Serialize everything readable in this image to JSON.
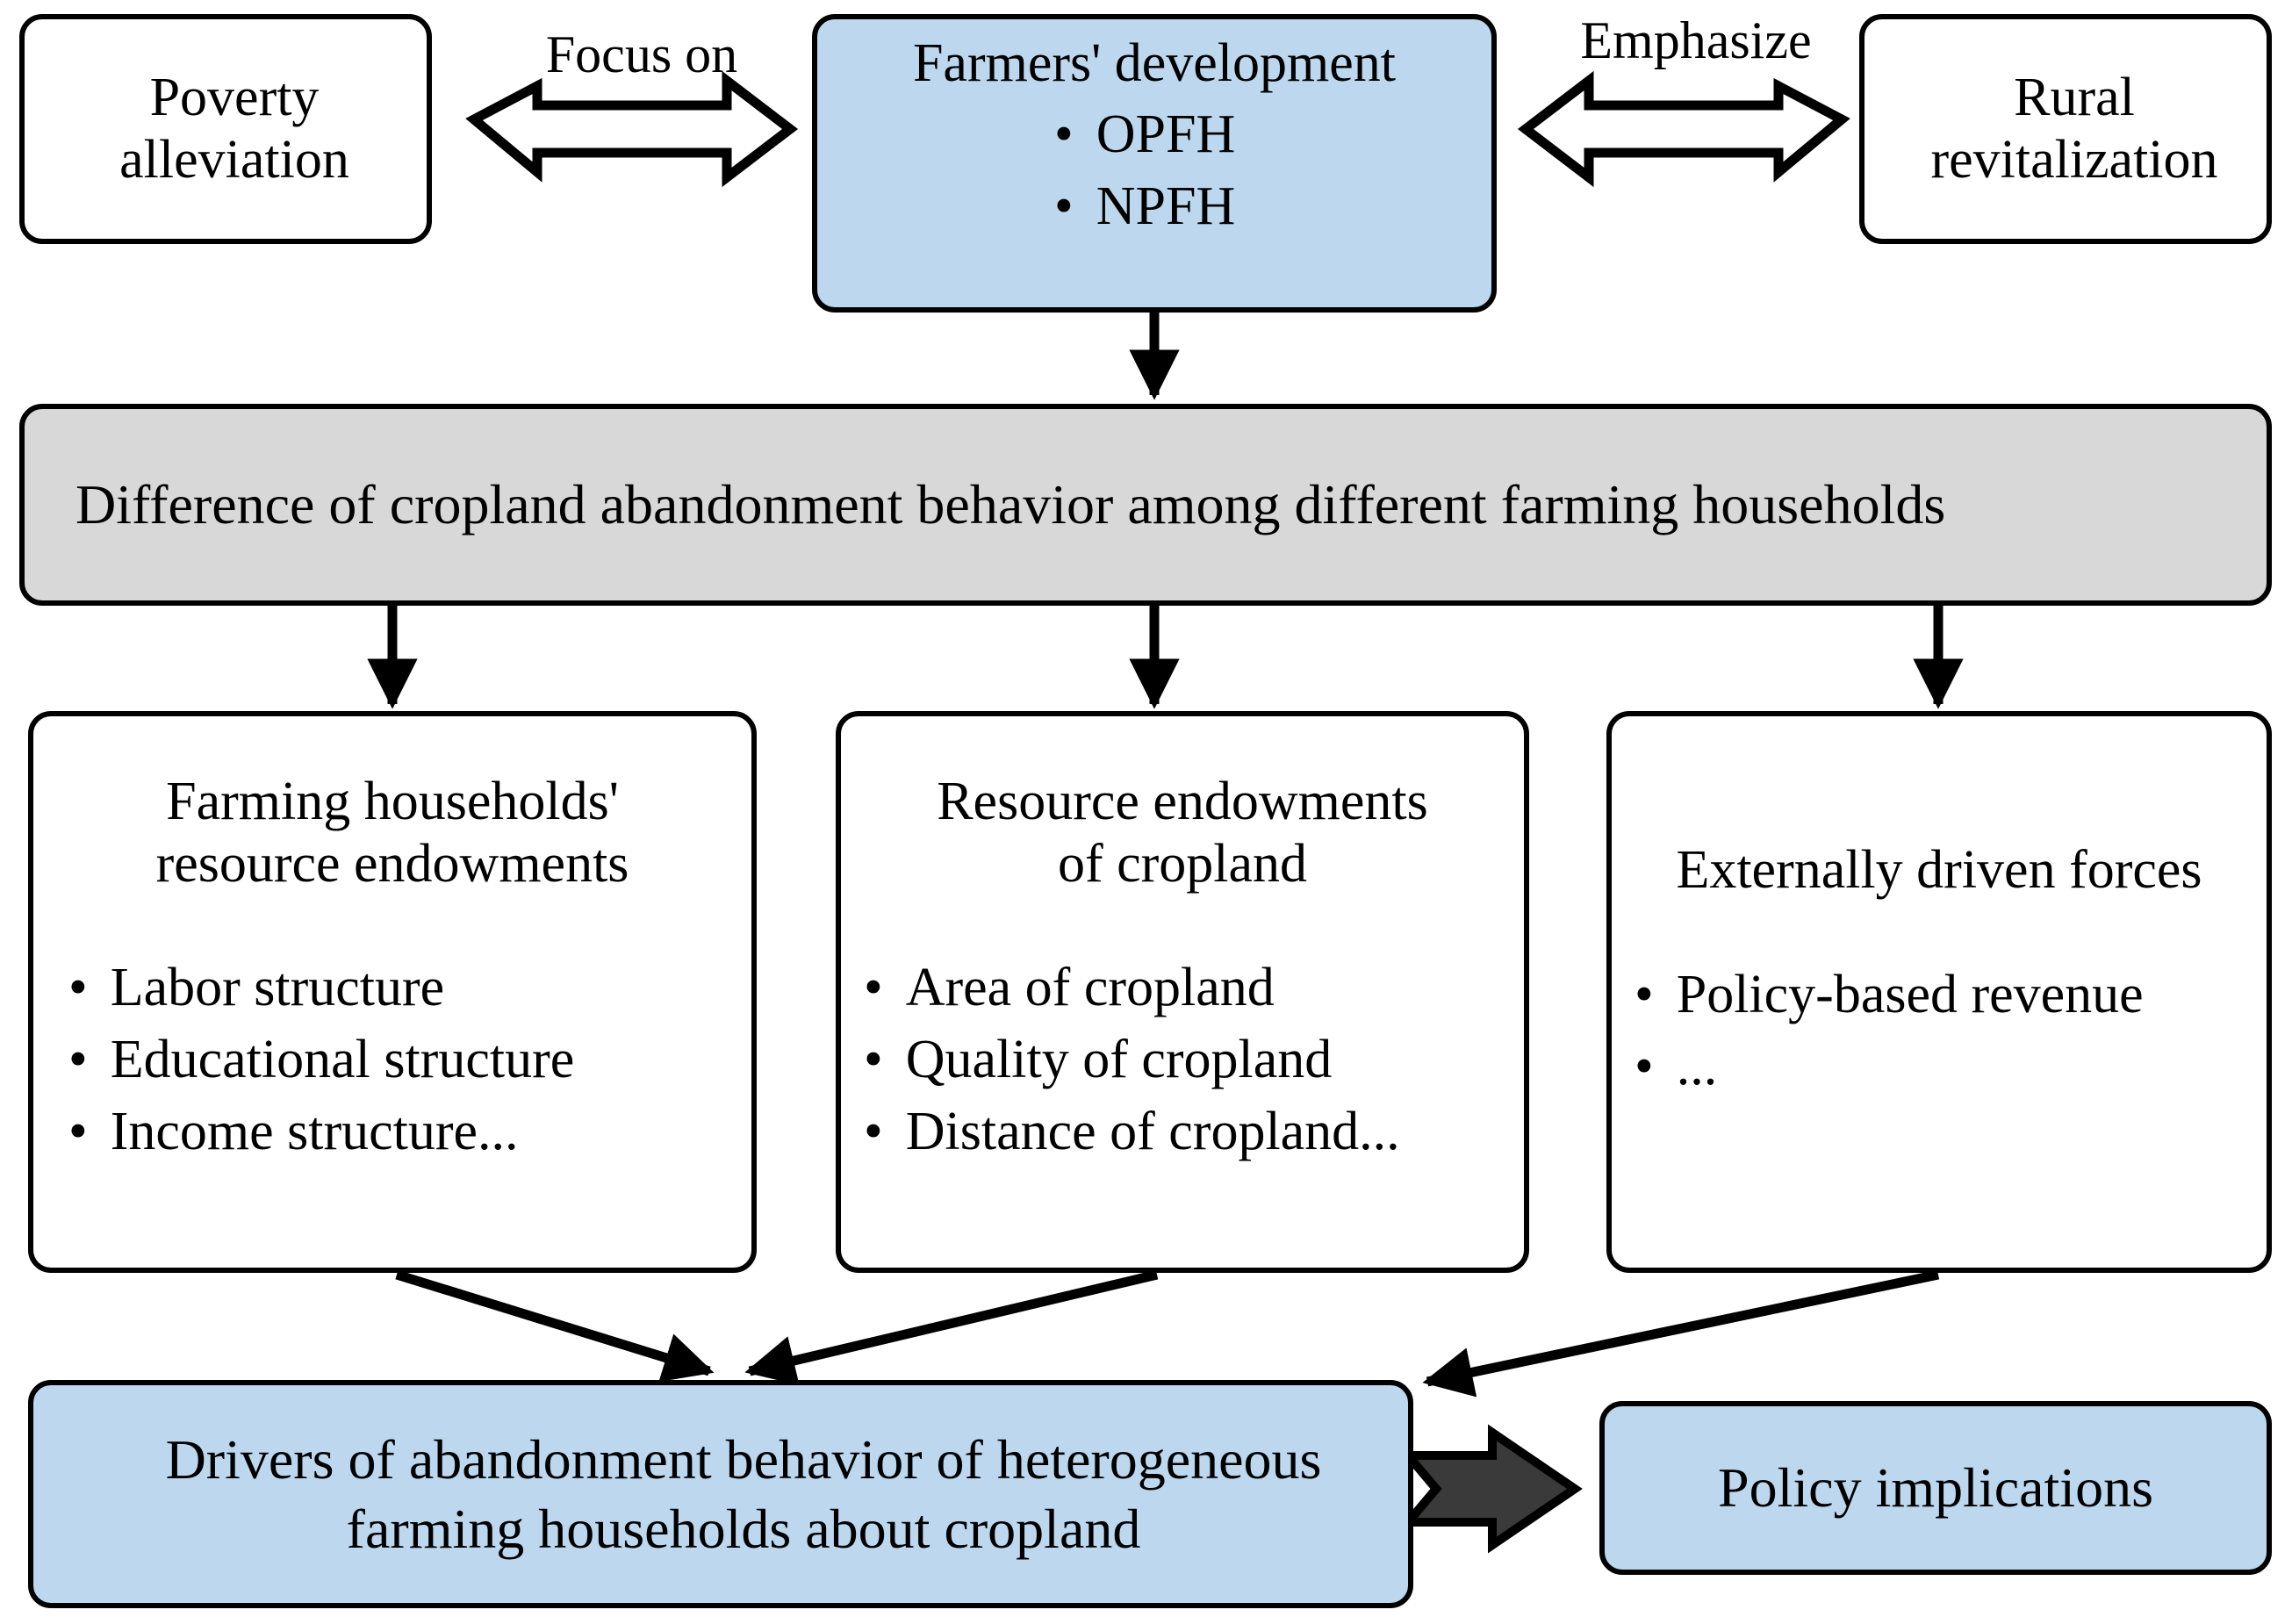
{
  "colors": {
    "box_blue": "#bdd7ee",
    "box_grey": "#d8d8d8",
    "box_white": "#ffffff",
    "outline": "#000000",
    "thick_arrow_fill": "#3a3a3a"
  },
  "top_row": {
    "left_box": {
      "title": "Poverty\nalleviation"
    },
    "left_edge_label": "Focus on",
    "center_box": {
      "title": "Farmers' development",
      "bullets": [
        "OPFH",
        "NPFH"
      ],
      "bullet_glyph": "•"
    },
    "right_edge_label": "Emphasize",
    "right_box": {
      "title": "Rural\nrevitalization"
    }
  },
  "mid_bar": {
    "title": "Difference of cropland abandonment behavior among different farming households"
  },
  "factor_boxes": [
    {
      "title": "Farming households'\nresource endowments",
      "bullets": [
        "Labor structure",
        "Educational structure",
        "Income structure..."
      ],
      "bullet_glyph": "•"
    },
    {
      "title": "Resource  endowments\nof cropland",
      "bullets": [
        "Area of cropland",
        "Quality of cropland",
        "Distance of cropland..."
      ],
      "bullet_glyph": "•"
    },
    {
      "title": "Externally driven forces",
      "bullets": [
        "Policy-based revenue",
        "..."
      ],
      "bullet_glyph": "•"
    }
  ],
  "bottom_row": {
    "result_box": {
      "title": "Drivers of abandonment behavior of heterogeneous\nfarming households about cropland"
    },
    "outcome_box": {
      "title": "Policy implications"
    }
  }
}
